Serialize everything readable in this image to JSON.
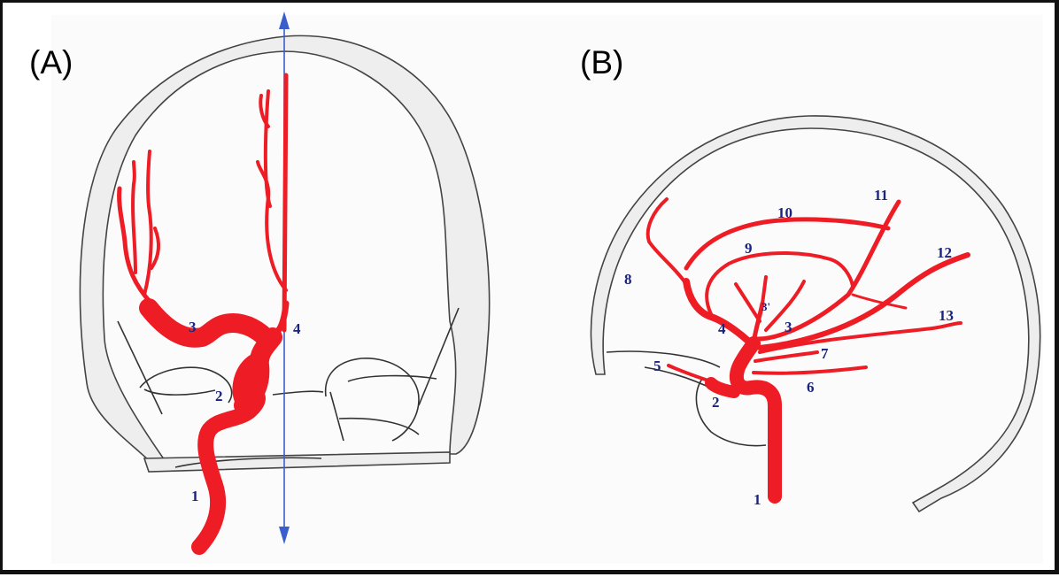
{
  "panels": [
    {
      "letter": "(A)",
      "labels": [
        "1",
        "2",
        "3",
        "4"
      ]
    },
    {
      "letter": "(B)",
      "labels": [
        "1",
        "2",
        "3",
        "3'",
        "4",
        "5",
        "6",
        "7",
        "8",
        "9",
        "10",
        "11",
        "12",
        "13"
      ]
    }
  ],
  "colors": {
    "artery": "#ee1c25",
    "skull": "#eeeeee",
    "midline_axis": "#3a5fcd",
    "label": "#1a237e"
  }
}
